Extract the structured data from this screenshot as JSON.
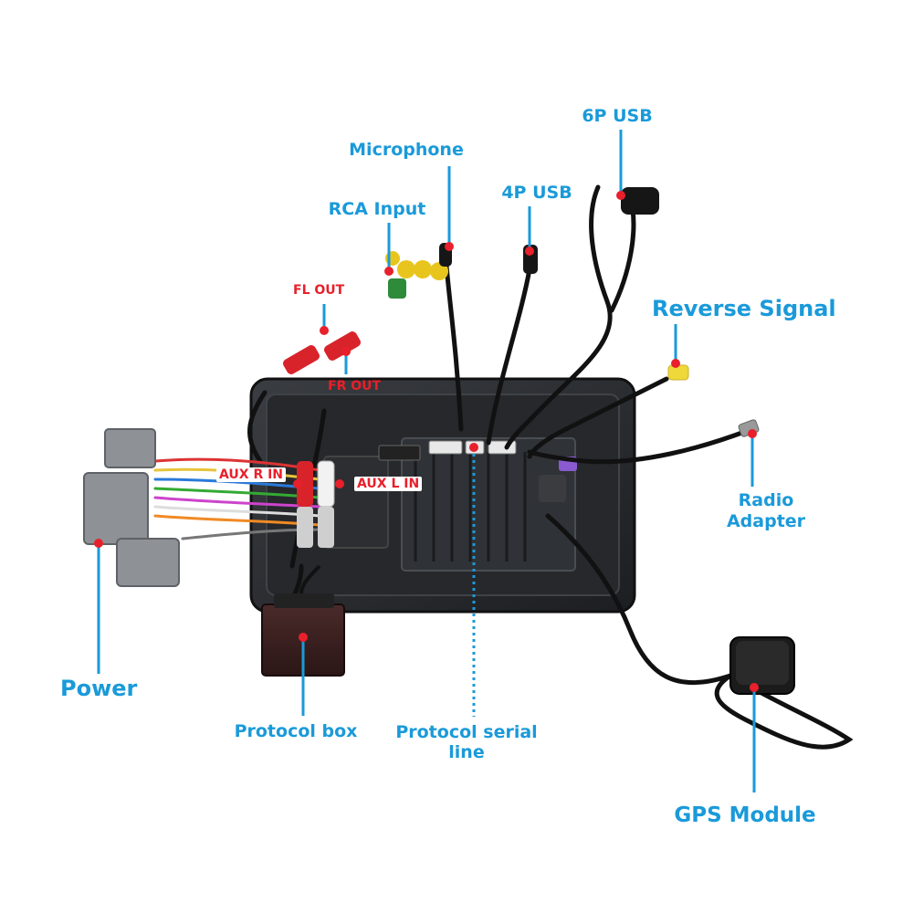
{
  "labels": {
    "usb6p": "6P USB",
    "microphone": "Microphone",
    "usb4p": "4P USB",
    "rca_input": "RCA Input",
    "reverse_signal": "Reverse Signal",
    "fl_out": "FL OUT",
    "fr_out": "FR OUT",
    "aux_r_in": "AUX R IN",
    "aux_l_in": "AUX L IN",
    "radio_adapter_line1": "Radio",
    "radio_adapter_line2": "Adapter",
    "power": "Power",
    "protocol_box": "Protocol box",
    "protocol_serial_line1": "Protocol serial",
    "protocol_serial_line2": "line",
    "gps_module": "GPS Module"
  },
  "colors": {
    "label_blue": "#1a9ad9",
    "label_red": "#e8202b",
    "leader_blue": "#1a9ad9",
    "dot_red": "#e8202b"
  }
}
